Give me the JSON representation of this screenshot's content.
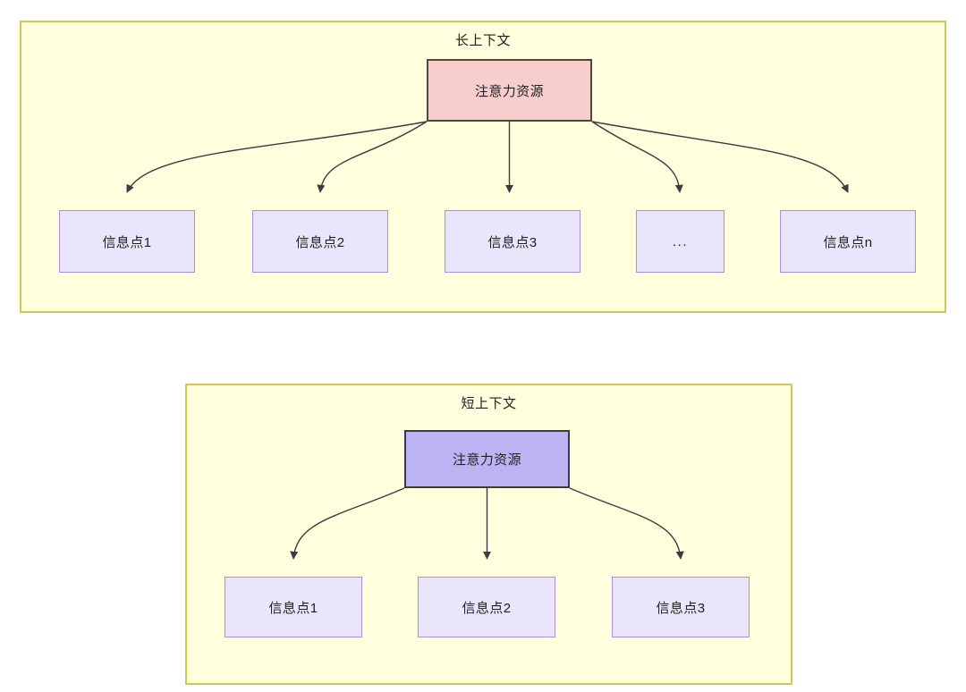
{
  "diagram": {
    "title_hidden": "",
    "colors": {
      "context_fill": "#ffffdd",
      "context_border": "#cfcc4c",
      "attention_long_fill": "#f8cecc",
      "attention_long_border": "#51453f",
      "attention_short_fill": "#bcb4f2",
      "attention_short_border": "#3b3b42",
      "info_fill": "#e9e6fb",
      "info_border": "#b28ae8",
      "edge": "#3b3b42",
      "text": "#1f1f1f"
    },
    "long_context": {
      "title": "长上下文",
      "root": {
        "label": "注意力资源"
      },
      "nodes": [
        {
          "label": "信息点1"
        },
        {
          "label": "信息点2"
        },
        {
          "label": "信息点3"
        },
        {
          "label": "..."
        },
        {
          "label": "信息点n"
        }
      ]
    },
    "short_context": {
      "title": "短上下文",
      "root": {
        "label": "注意力资源"
      },
      "nodes": [
        {
          "label": "信息点1"
        },
        {
          "label": "信息点2"
        },
        {
          "label": "信息点3"
        }
      ]
    }
  }
}
